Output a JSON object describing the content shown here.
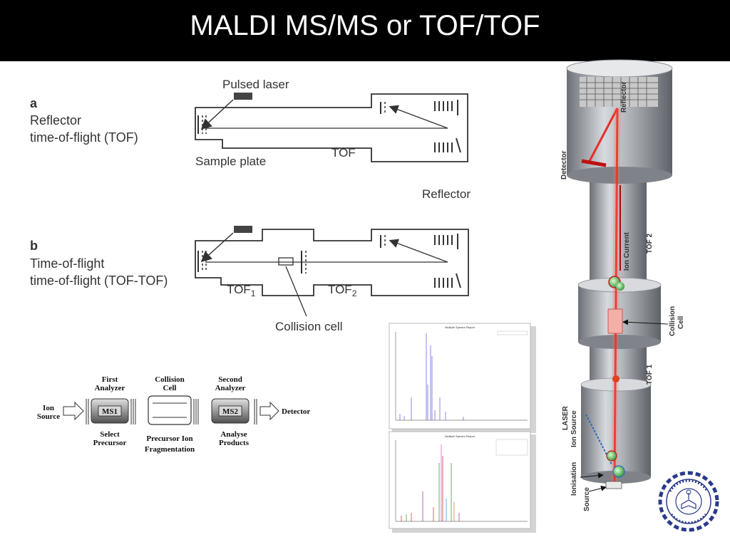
{
  "title": "MALDI MS/MS or TOF/TOF",
  "panel_a": {
    "letter": "a",
    "line1": "Reflector",
    "line2": "time-of-flight (TOF)",
    "laser": "Pulsed laser",
    "plate": "Sample plate",
    "tof": "TOF",
    "reflector": "Reflector"
  },
  "panel_b": {
    "letter": "b",
    "line1": "Time-of-flight",
    "line2": "time-of-flight (TOF-TOF)",
    "tof1": "TOF",
    "tof1_sub": "1",
    "tof2": "TOF",
    "tof2_sub": "2",
    "collision": "Collision cell"
  },
  "schematic": {
    "first_top": "First",
    "first_bottom": "Analyzer",
    "coll_top": "Collision",
    "coll_bottom": "Cell",
    "second_top": "Second",
    "second_bottom": "Analyzer",
    "ion_top": "Ion",
    "ion_bottom": "Source",
    "ms1": "MS1",
    "ms2": "MS2",
    "detector": "Detector",
    "select_top": "Select",
    "select_bottom": "Precursor",
    "prec_top": "Precursor Ion",
    "prec_bottom": "Fragmentation",
    "analyse_top": "Analyse",
    "analyse_bottom": "Products"
  },
  "spectra": {
    "report1": "Multiple Spectra Report",
    "report2": "Multiple Spectra Report"
  },
  "instrument": {
    "reflector": "Reflector",
    "detector": "Detector",
    "tof2": "TOF 2",
    "ion_current": "Ion Current",
    "collision_top": "Collision",
    "collision_bottom": "Cell",
    "tof1": "TOF 1",
    "laser_top": "LASER",
    "laser_bottom": "Ion Source",
    "ionisation": "Ionisation",
    "source": "Source"
  },
  "colors": {
    "title_bg": "#000000",
    "title_fg": "#ffffff",
    "beam": "#e8201a",
    "tube": "#9a9ea4"
  }
}
